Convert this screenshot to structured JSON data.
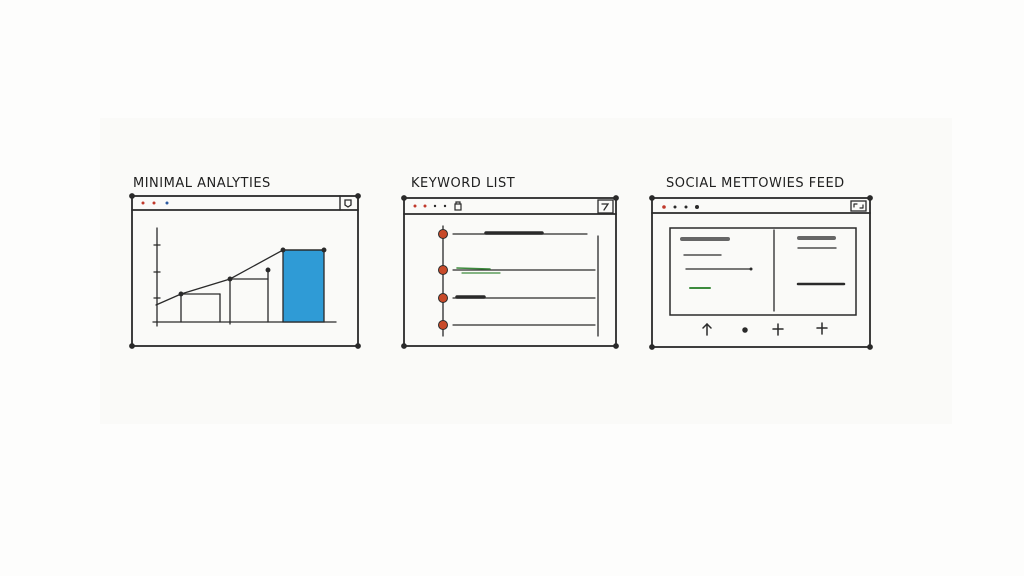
{
  "panels": [
    {
      "title": "Minimal analyties"
    },
    {
      "title": "Keyword list"
    },
    {
      "title": "Social Mettowies Feed"
    }
  ],
  "colors": {
    "ink": "#2a2a2a",
    "bar_fill": "#2f9bd6",
    "marker_red": "#c84a2a",
    "accent_green": "#3d8b3d",
    "dot_red": "#c0392b",
    "dot_blue": "#2c5aa0"
  },
  "icons": {
    "analytics_window_control": "shield-icon",
    "keyword_tab": "lock-icon",
    "keyword_window_control": "edit-icon",
    "feed_window_control": "expand-icon",
    "feed_actions": [
      "arrow-up-icon",
      "dot-icon",
      "plus-icon",
      "plus-icon"
    ]
  }
}
